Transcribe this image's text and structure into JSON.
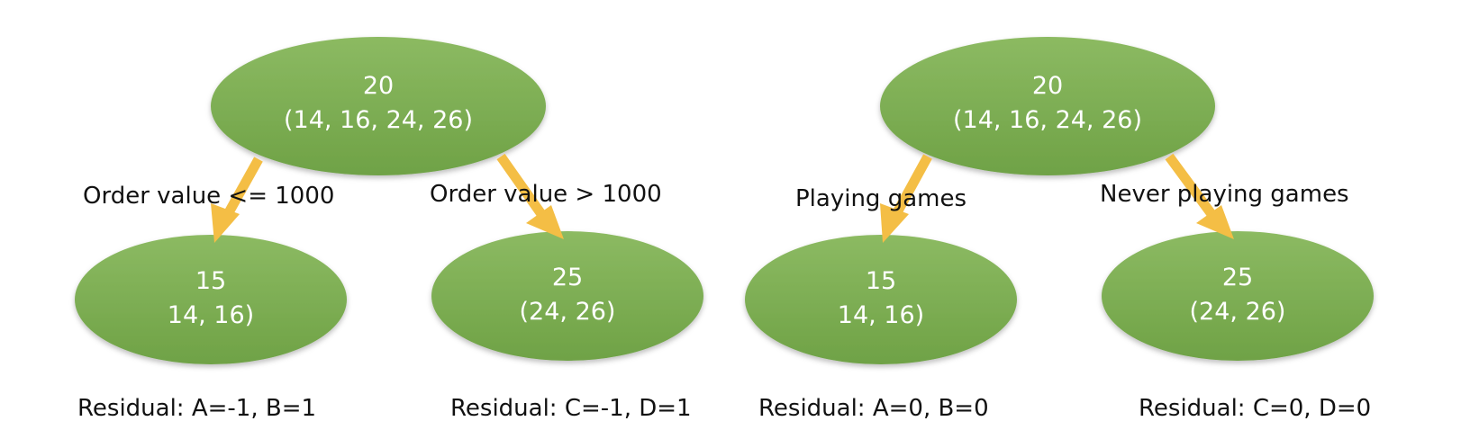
{
  "colors": {
    "node_fill_top": "#8CBA62",
    "node_fill_bottom": "#6FA246",
    "arrow": "#F4BE45",
    "node_text": "#ffffff",
    "label_text": "#111111"
  },
  "trees": [
    {
      "root": {
        "value": "20",
        "set": "(14, 16, 24, 26)"
      },
      "branches": [
        {
          "condition": "Order value <= 1000",
          "value": "15",
          "set": "14, 16)",
          "residual": "Residual: A=-1, B=1"
        },
        {
          "condition": "Order value > 1000",
          "value": "25",
          "set": "(24, 26)",
          "residual": "Residual: C=-1, D=1"
        }
      ]
    },
    {
      "root": {
        "value": "20",
        "set": "(14, 16, 24, 26)"
      },
      "branches": [
        {
          "condition": "Playing games",
          "value": "15",
          "set": "14, 16)",
          "residual": "Residual: A=0, B=0"
        },
        {
          "condition": "Never playing games",
          "value": "25",
          "set": "(24, 26)",
          "residual": "Residual: C=0, D=0"
        }
      ]
    }
  ]
}
